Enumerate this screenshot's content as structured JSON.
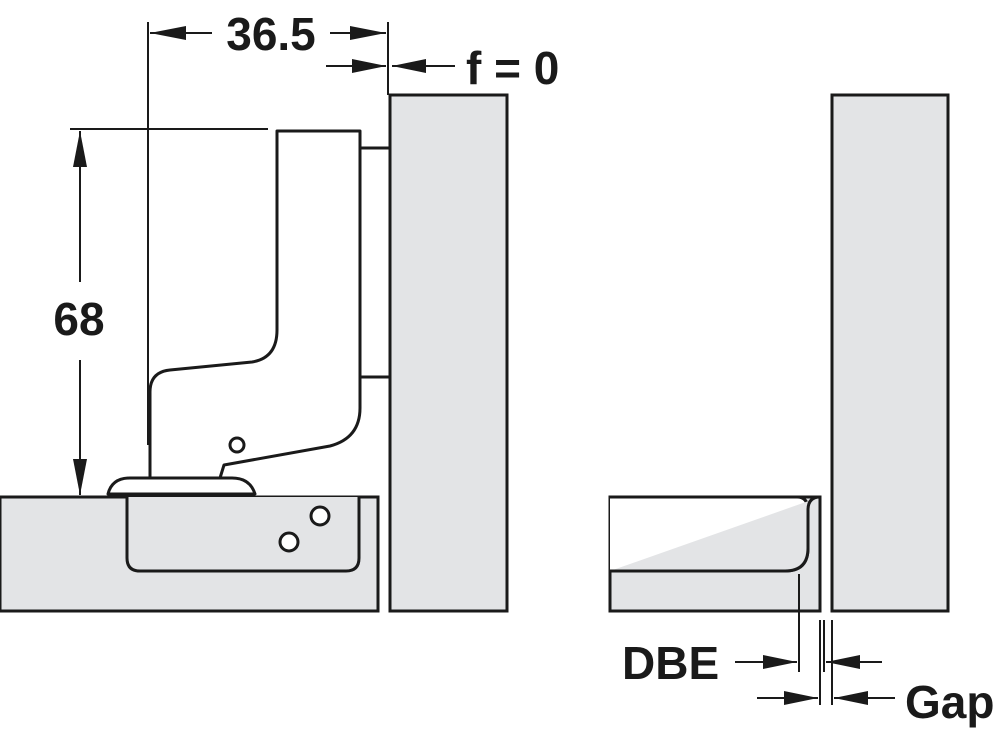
{
  "labels": {
    "overlay_dim": "36.5",
    "f_dim": "f = 0",
    "height_dim": "68",
    "dbe": "DBE",
    "gap": "Gap"
  },
  "colors": {
    "panel_fill": "#e3e4e6",
    "line": "#1a1a1a",
    "background": "#ffffff"
  }
}
